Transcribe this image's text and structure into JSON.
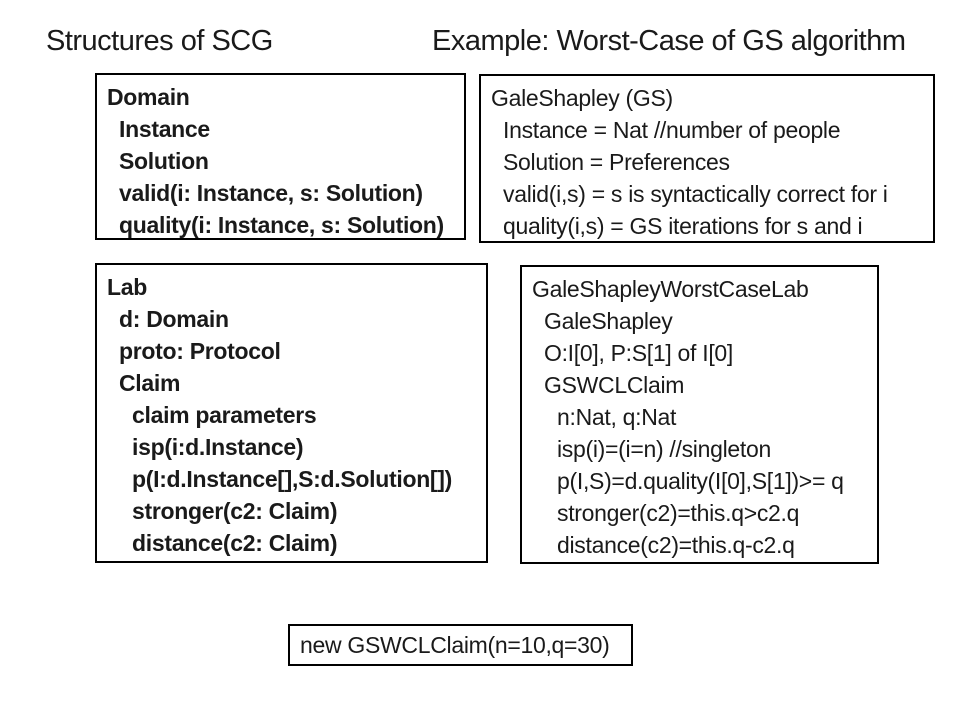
{
  "titles": {
    "left": "Structures of SCG",
    "right": "Example: Worst-Case of GS algorithm"
  },
  "colors": {
    "background": "#ffffff",
    "text": "#1a1a1a",
    "box_border": "#000000"
  },
  "boxes": {
    "domain": {
      "lines": [
        {
          "t": "Domain",
          "i": 0
        },
        {
          "t": "Instance",
          "i": 1
        },
        {
          "t": "Solution",
          "i": 1
        },
        {
          "t": "valid(i: Instance, s: Solution)",
          "i": 1
        },
        {
          "t": "quality(i: Instance, s: Solution)",
          "i": 1
        }
      ]
    },
    "gale_shapley": {
      "lines": [
        {
          "t": "GaleShapley (GS)",
          "i": 0
        },
        {
          "t": "Instance = Nat //number of people",
          "i": 1
        },
        {
          "t": "Solution = Preferences",
          "i": 1
        },
        {
          "t": "valid(i,s) = s is syntactically correct for i",
          "i": 1
        },
        {
          "t": "quality(i,s) = GS iterations for s and i",
          "i": 1
        }
      ]
    },
    "lab": {
      "lines": [
        {
          "t": "Lab",
          "i": 0
        },
        {
          "t": "d: Domain",
          "i": 1
        },
        {
          "t": "proto: Protocol",
          "i": 1
        },
        {
          "t": "Claim",
          "i": 1
        },
        {
          "t": "claim parameters",
          "i": 2
        },
        {
          "t": "isp(i:d.Instance)",
          "i": 2
        },
        {
          "t": "p(I:d.Instance[],S:d.Solution[])",
          "i": 2
        },
        {
          "t": "stronger(c2: Claim)",
          "i": 2
        },
        {
          "t": "distance(c2: Claim)",
          "i": 2
        }
      ]
    },
    "gale_shapley_worst_case_lab": {
      "lines": [
        {
          "t": "GaleShapleyWorstCaseLab",
          "i": 0
        },
        {
          "t": "GaleShapley",
          "i": 1
        },
        {
          "t": "O:I[0], P:S[1] of I[0]",
          "i": 1
        },
        {
          "t": "GSWCLClaim",
          "i": 1
        },
        {
          "t": "n:Nat, q:Nat",
          "i": 2
        },
        {
          "t": "isp(i)=(i=n) //singleton",
          "i": 2
        },
        {
          "t": "p(I,S)=d.quality(I[0],S[1])>= q",
          "i": 2
        },
        {
          "t": "stronger(c2)=this.q>c2.q",
          "i": 2
        },
        {
          "t": "distance(c2)=this.q-c2.q",
          "i": 2
        }
      ]
    },
    "instantiation": {
      "text": "new GSWCLClaim(n=10,q=30)"
    }
  }
}
